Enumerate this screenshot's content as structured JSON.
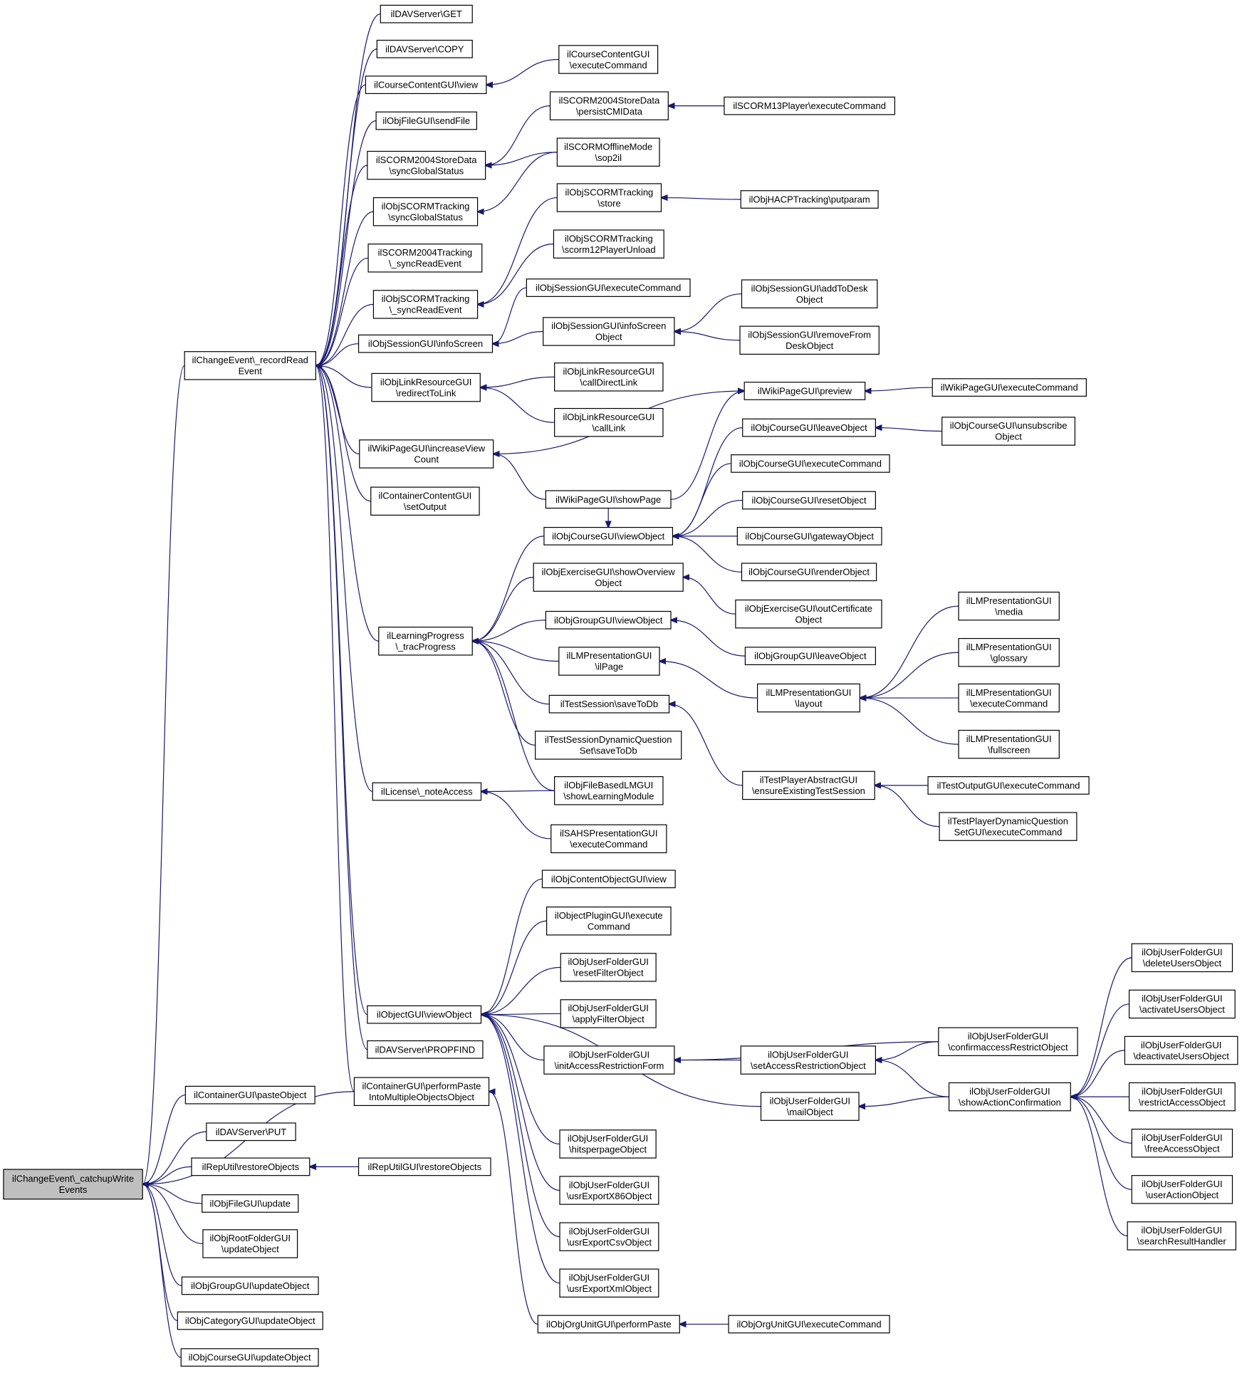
{
  "diagram": {
    "type": "call-graph",
    "colors": {
      "edge": "#191970",
      "node_border": "#000000",
      "node_fill": "#ffffff",
      "root_fill": "#bfbfbf"
    },
    "nodes": [
      {
        "id": "root",
        "lines": [
          "ilChangeEvent\\_catchupWrite",
          "Events"
        ],
        "root": true
      },
      {
        "id": "rec",
        "lines": [
          "ilChangeEvent\\_recordRead",
          "Event"
        ]
      },
      {
        "id": "dav_get",
        "lines": [
          "ilDAVServer\\GET"
        ]
      },
      {
        "id": "dav_copy",
        "lines": [
          "ilDAVServer\\COPY"
        ]
      },
      {
        "id": "ccg_view",
        "lines": [
          "ilCourseContentGUI\\view"
        ]
      },
      {
        "id": "ccg_exec",
        "lines": [
          "ilCourseContentGUI",
          "\\executeCommand"
        ]
      },
      {
        "id": "ofg_send",
        "lines": [
          "ilObjFileGUI\\sendFile"
        ]
      },
      {
        "id": "s04_persist",
        "lines": [
          "ilSCORM2004StoreData",
          "\\persistCMIData"
        ]
      },
      {
        "id": "s13_exec",
        "lines": [
          "ilSCORM13Player\\executeCommand"
        ]
      },
      {
        "id": "s04_sync",
        "lines": [
          "ilSCORM2004StoreData",
          "\\syncGlobalStatus"
        ]
      },
      {
        "id": "offline",
        "lines": [
          "ilSCORMOfflineMode",
          "\\sop2il"
        ]
      },
      {
        "id": "ost_sync",
        "lines": [
          "ilObjSCORMTracking",
          "\\syncGlobalStatus"
        ]
      },
      {
        "id": "ost_store",
        "lines": [
          "ilObjSCORMTracking",
          "\\store"
        ]
      },
      {
        "id": "hacp",
        "lines": [
          "ilObjHACPTracking\\putparam"
        ]
      },
      {
        "id": "s04t_read",
        "lines": [
          "ilSCORM2004Tracking",
          "\\_syncReadEvent"
        ]
      },
      {
        "id": "ost_s12",
        "lines": [
          "ilObjSCORMTracking",
          "\\scorm12PlayerUnload"
        ]
      },
      {
        "id": "ost_read",
        "lines": [
          "ilObjSCORMTracking",
          "\\_syncReadEvent"
        ]
      },
      {
        "id": "osg_exec",
        "lines": [
          "ilObjSessionGUI\\executeCommand"
        ]
      },
      {
        "id": "osg_adddesk",
        "lines": [
          "ilObjSessionGUI\\addToDesk",
          "Object"
        ]
      },
      {
        "id": "osg_info",
        "lines": [
          "ilObjSessionGUI\\infoScreen"
        ]
      },
      {
        "id": "osg_infoobj",
        "lines": [
          "ilObjSessionGUI\\infoScreen",
          "Object"
        ]
      },
      {
        "id": "osg_remove",
        "lines": [
          "ilObjSessionGUI\\removeFrom",
          "DeskObject"
        ]
      },
      {
        "id": "olr_redirect",
        "lines": [
          "ilObjLinkResourceGUI",
          "\\redirectToLink"
        ]
      },
      {
        "id": "olr_direct",
        "lines": [
          "ilObjLinkResourceGUI",
          "\\callDirectLink"
        ]
      },
      {
        "id": "olr_call",
        "lines": [
          "ilObjLinkResourceGUI",
          "\\callLink"
        ]
      },
      {
        "id": "wiki_preview",
        "lines": [
          "ilWikiPageGUI\\preview"
        ]
      },
      {
        "id": "wiki_exec",
        "lines": [
          "ilWikiPageGUI\\executeCommand"
        ]
      },
      {
        "id": "wiki_inc",
        "lines": [
          "ilWikiPageGUI\\increaseView",
          "Count"
        ]
      },
      {
        "id": "ocg_leave",
        "lines": [
          "ilObjCourseGUI\\leaveObject"
        ]
      },
      {
        "id": "ocg_unsub",
        "lines": [
          "ilObjCourseGUI\\unsubscribe",
          "Object"
        ]
      },
      {
        "id": "ocg_exec",
        "lines": [
          "ilObjCourseGUI\\executeCommand"
        ]
      },
      {
        "id": "ccg2_set",
        "lines": [
          "ilContainerContentGUI",
          "\\setOutput"
        ]
      },
      {
        "id": "wiki_show",
        "lines": [
          "ilWikiPageGUI\\showPage"
        ]
      },
      {
        "id": "ocg_reset",
        "lines": [
          "ilObjCourseGUI\\resetObject"
        ]
      },
      {
        "id": "ocg_view",
        "lines": [
          "ilObjCourseGUI\\viewObject"
        ]
      },
      {
        "id": "ocg_gateway",
        "lines": [
          "ilObjCourseGUI\\gatewayObject"
        ]
      },
      {
        "id": "oeg_show",
        "lines": [
          "ilObjExerciseGUI\\showOverview",
          "Object"
        ]
      },
      {
        "id": "ocg_render",
        "lines": [
          "ilObjCourseGUI\\renderObject"
        ]
      },
      {
        "id": "lmp_media",
        "lines": [
          "ilLMPresentationGUI",
          "\\media"
        ]
      },
      {
        "id": "oeg_out",
        "lines": [
          "ilObjExerciseGUI\\outCertificate",
          "Object"
        ]
      },
      {
        "id": "ogg_view",
        "lines": [
          "ilObjGroupGUI\\viewObject"
        ]
      },
      {
        "id": "lp_trac",
        "lines": [
          "ilLearningProgress",
          "\\_tracProgress"
        ]
      },
      {
        "id": "lmp_glossary",
        "lines": [
          "ilLMPresentationGUI",
          "\\glossary"
        ]
      },
      {
        "id": "ogg_leave",
        "lines": [
          "ilObjGroupGUI\\leaveObject"
        ]
      },
      {
        "id": "lmp_ilpage",
        "lines": [
          "ilLMPresentationGUI",
          "\\ilPage"
        ]
      },
      {
        "id": "lmp_layout",
        "lines": [
          "ilLMPresentationGUI",
          "\\layout"
        ]
      },
      {
        "id": "lmp_exec",
        "lines": [
          "ilLMPresentationGUI",
          "\\executeCommand"
        ]
      },
      {
        "id": "ts_save",
        "lines": [
          "ilTestSession\\saveToDb"
        ]
      },
      {
        "id": "lmp_full",
        "lines": [
          "ilLMPresentationGUI",
          "\\fullscreen"
        ]
      },
      {
        "id": "tsdq_save",
        "lines": [
          "ilTestSessionDynamicQuestion",
          "Set\\saveToDb"
        ]
      },
      {
        "id": "tpa_ensure",
        "lines": [
          "ilTestPlayerAbstractGUI",
          "\\ensureExistingTestSession"
        ]
      },
      {
        "id": "tog_exec",
        "lines": [
          "ilTestOutputGUI\\executeCommand"
        ]
      },
      {
        "id": "lic_note",
        "lines": [
          "ilLicense\\_noteAccess"
        ]
      },
      {
        "id": "ofb_show",
        "lines": [
          "ilObjFileBasedLMGUI",
          "\\showLearningModule"
        ]
      },
      {
        "id": "tpd_exec",
        "lines": [
          "ilTestPlayerDynamicQuestion",
          "SetGUI\\executeCommand"
        ]
      },
      {
        "id": "sahs_exec",
        "lines": [
          "ilSAHSPresentationGUI",
          "\\executeCommand"
        ]
      },
      {
        "id": "occ_view",
        "lines": [
          "ilObjContentObjectGUI\\view"
        ]
      },
      {
        "id": "opg_exec",
        "lines": [
          "ilObjectPluginGUI\\execute",
          "Command"
        ]
      },
      {
        "id": "oufg_delete",
        "lines": [
          "ilObjUserFolderGUI",
          "\\deleteUsersObject"
        ]
      },
      {
        "id": "oufg_reset",
        "lines": [
          "ilObjUserFolderGUI",
          "\\resetFilterObject"
        ]
      },
      {
        "id": "oufg_activate",
        "lines": [
          "ilObjUserFolderGUI",
          "\\activateUsersObject"
        ]
      },
      {
        "id": "og_view",
        "lines": [
          "ilObjectGUI\\viewObject"
        ]
      },
      {
        "id": "oufg_apply",
        "lines": [
          "ilObjUserFolderGUI",
          "\\applyFilterObject"
        ]
      },
      {
        "id": "oufg_confirm",
        "lines": [
          "ilObjUserFolderGUI",
          "\\confirmaccessRestrictObject"
        ]
      },
      {
        "id": "oufg_deactivate",
        "lines": [
          "ilObjUserFolderGUI",
          "\\deactivateUsersObject"
        ]
      },
      {
        "id": "dav_propfind",
        "lines": [
          "ilDAVServer\\PROPFIND"
        ]
      },
      {
        "id": "oufg_init",
        "lines": [
          "ilObjUserFolderGUI",
          "\\initAccessRestrictionForm"
        ]
      },
      {
        "id": "oufg_setacc",
        "lines": [
          "ilObjUserFolderGUI",
          "\\setAccessRestrictionObject"
        ]
      },
      {
        "id": "cg_paste",
        "lines": [
          "ilContainerGUI\\pasteObject"
        ]
      },
      {
        "id": "cg_perform",
        "lines": [
          "ilContainerGUI\\performPaste",
          "IntoMultipleObjectsObject"
        ]
      },
      {
        "id": "oufg_showact",
        "lines": [
          "ilObjUserFolderGUI",
          "\\showActionConfirmation"
        ]
      },
      {
        "id": "oufg_restrict",
        "lines": [
          "ilObjUserFolderGUI",
          "\\restrictAccessObject"
        ]
      },
      {
        "id": "oufg_mail",
        "lines": [
          "ilObjUserFolderGUI",
          "\\mailObject"
        ]
      },
      {
        "id": "dav_put",
        "lines": [
          "ilDAVServer\\PUT"
        ]
      },
      {
        "id": "oufg_free",
        "lines": [
          "ilObjUserFolderGUI",
          "\\freeAccessObject"
        ]
      },
      {
        "id": "oufg_hits",
        "lines": [
          "ilObjUserFolderGUI",
          "\\hitsperpageObject"
        ]
      },
      {
        "id": "ru_restore",
        "lines": [
          "ilRepUtil\\restoreObjects"
        ]
      },
      {
        "id": "rug_restore",
        "lines": [
          "ilRepUtilGUI\\restoreObjects"
        ]
      },
      {
        "id": "oufg_useract",
        "lines": [
          "ilObjUserFolderGUI",
          "\\userActionObject"
        ]
      },
      {
        "id": "oufg_x86",
        "lines": [
          "ilObjUserFolderGUI",
          "\\usrExportX86Object"
        ]
      },
      {
        "id": "ofg_update",
        "lines": [
          "ilObjFileGUI\\update"
        ]
      },
      {
        "id": "orf_update",
        "lines": [
          "ilObjRootFolderGUI",
          "\\updateObject"
        ]
      },
      {
        "id": "oufg_csv",
        "lines": [
          "ilObjUserFolderGUI",
          "\\usrExportCsvObject"
        ]
      },
      {
        "id": "oufg_search",
        "lines": [
          "ilObjUserFolderGUI",
          "\\searchResultHandler"
        ]
      },
      {
        "id": "ogg_update",
        "lines": [
          "ilObjGroupGUI\\updateObject"
        ]
      },
      {
        "id": "oufg_xml",
        "lines": [
          "ilObjUserFolderGUI",
          "\\usrExportXmlObject"
        ]
      },
      {
        "id": "ocat_update",
        "lines": [
          "ilObjCategoryGUI\\updateObject"
        ]
      },
      {
        "id": "oou_paste",
        "lines": [
          "ilObjOrgUnitGUI\\performPaste"
        ]
      },
      {
        "id": "oou_exec",
        "lines": [
          "ilObjOrgUnitGUI\\executeCommand"
        ]
      },
      {
        "id": "ocg_update",
        "lines": [
          "ilObjCourseGUI\\updateObject"
        ]
      }
    ]
  }
}
